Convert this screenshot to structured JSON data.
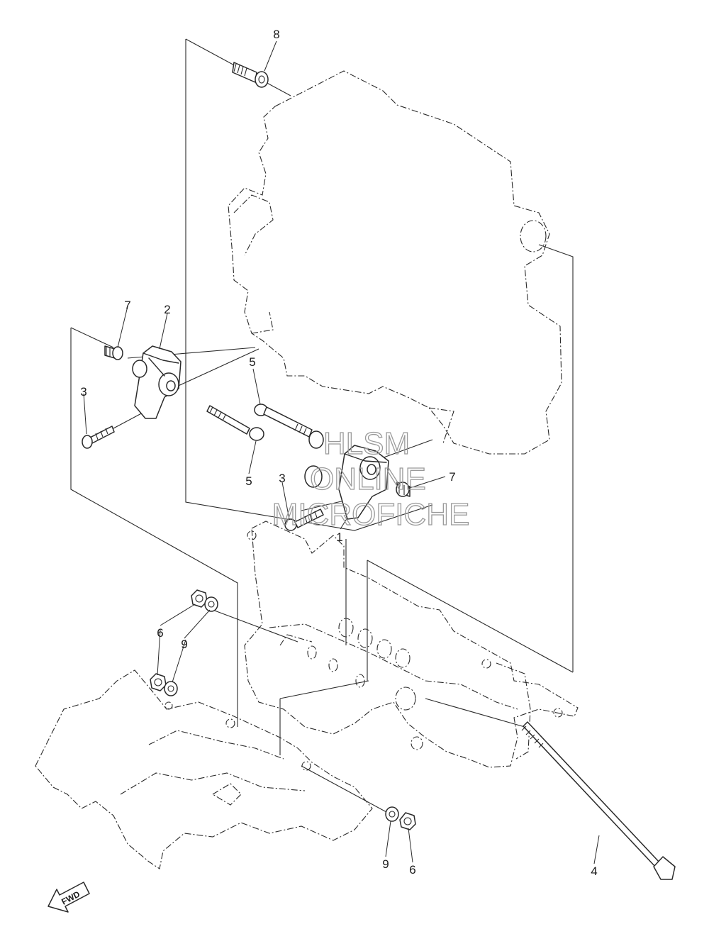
{
  "watermark": {
    "line1": "HLSM",
    "line2": "ONLINE",
    "line3": "MICROFICHE"
  },
  "direction_arrow": {
    "label": "FWD"
  },
  "callouts": [
    {
      "id": "c8",
      "number": "8"
    },
    {
      "id": "c7a",
      "number": "7"
    },
    {
      "id": "c2",
      "number": "2"
    },
    {
      "id": "c3a",
      "number": "3"
    },
    {
      "id": "c5a",
      "number": "5"
    },
    {
      "id": "c5b",
      "number": "5"
    },
    {
      "id": "c3b",
      "number": "3"
    },
    {
      "id": "c1",
      "number": "1"
    },
    {
      "id": "c7b",
      "number": "7"
    },
    {
      "id": "c6a",
      "number": "6"
    },
    {
      "id": "c9a",
      "number": "9"
    },
    {
      "id": "c9b",
      "number": "9"
    },
    {
      "id": "c6b",
      "number": "6"
    },
    {
      "id": "c4",
      "number": "4"
    }
  ]
}
